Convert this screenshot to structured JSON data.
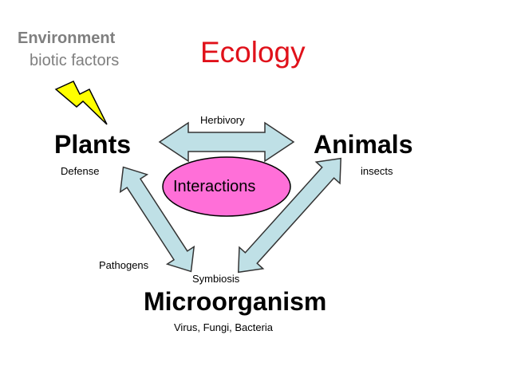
{
  "environment": {
    "title": "Environment",
    "subtitle": "biotic factors"
  },
  "title": "Ecology",
  "nodes": {
    "plants": "Plants",
    "animals": "Animals",
    "microorganism": "Microorganism"
  },
  "center": "Interactions",
  "labels": {
    "herbivory": "Herbivory",
    "defense": "Defense",
    "insects": "insects",
    "pathogens": "Pathogens",
    "symbiosis": "Symbiosis",
    "microbes": "Virus, Fungi, Bacteria"
  },
  "colors": {
    "arrow_fill": "#bfe0e6",
    "arrow_stroke": "#333333",
    "ellipse_fill": "#ff6fd8",
    "lightning_fill": "#ffff00",
    "title_color": "#e0111a",
    "env_color": "#7f7f7f"
  },
  "icons": {
    "lightning": "lightning-bolt-icon"
  }
}
